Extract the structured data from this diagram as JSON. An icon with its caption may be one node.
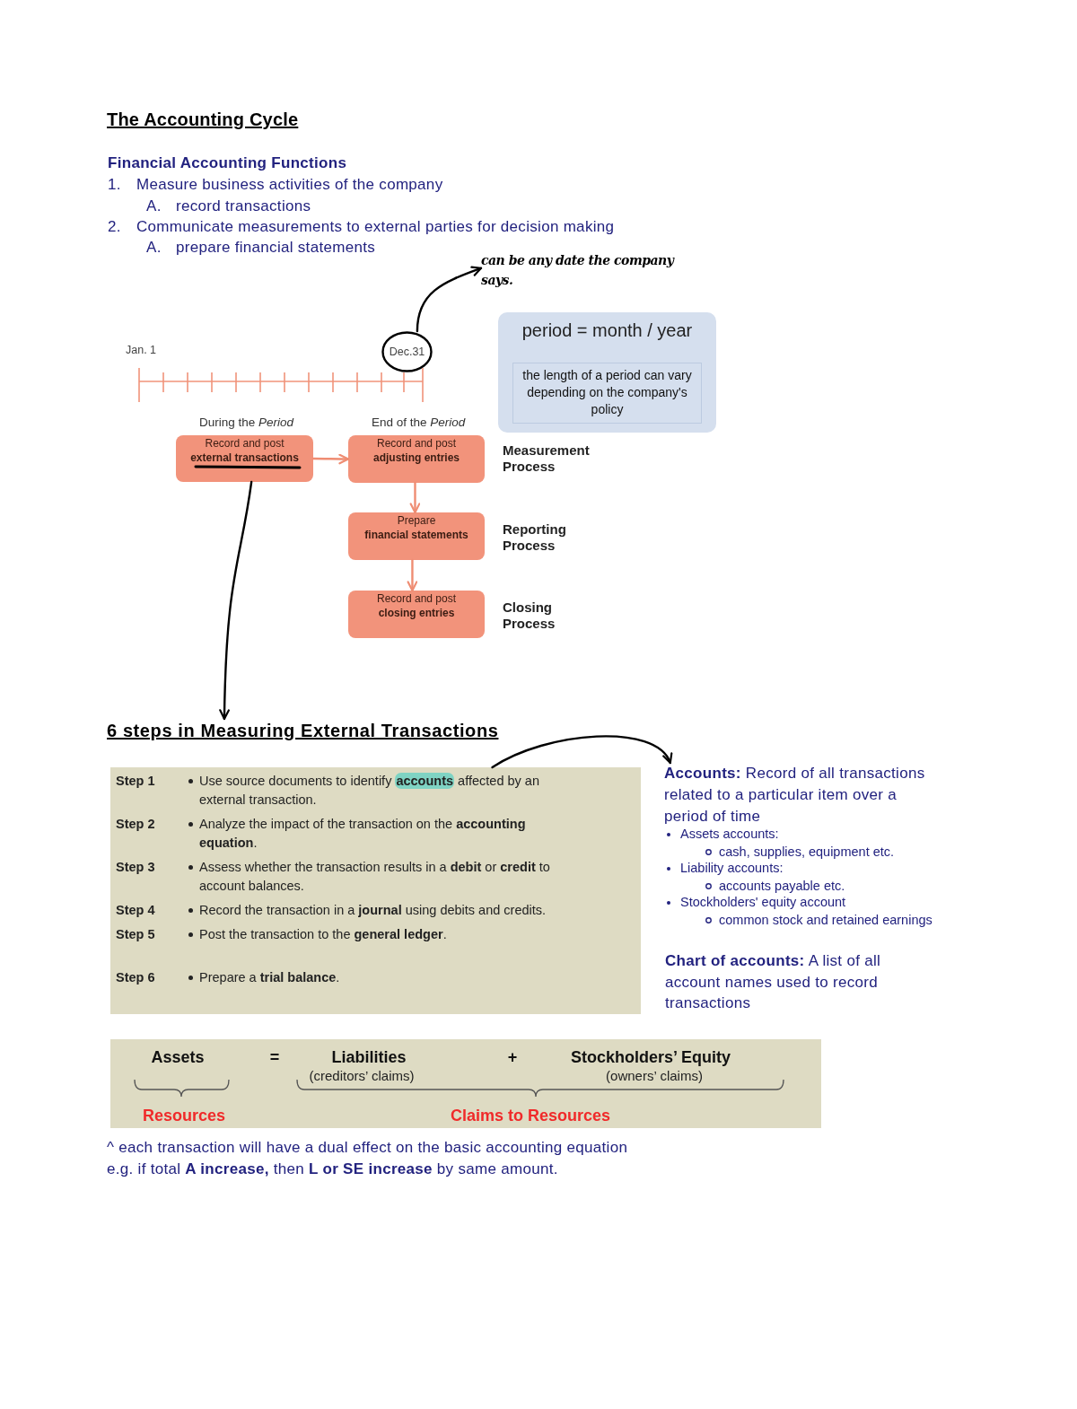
{
  "diagram": {
    "title": "The Accounting Cycle",
    "nodes": [
      {
        "text": [
          "Dec.31"
        ]
      },
      {
        "text": [
          "can be any date the company says."
        ]
      },
      {
        "text": [
          "period = month / year",
          "the length of a period can vary depending on the company's policy"
        ]
      },
      {
        "text": [
          "Record and post **external transactions**"
        ],
        "beside": [
          "During the *Period*"
        ]
      },
      {
        "text": [
          "Record and post **adjusting entries**"
        ],
        "beside": [
          "End of the *Period*",
          "Measurement Process"
        ]
      },
      {
        "text": [
          "Prepare **financial statements**"
        ],
        "beside": [
          "Reporting Process"
        ]
      },
      {
        "text": [
          "Record and post **closing entries**"
        ],
        "beside": [
          "Closing Process"
        ]
      },
      {
        "text": [
          "6 steps in Measuring External Transactions"
        ]
      },
      {
        "text": [
          "Step 1",
          "Use source documents to identify **accounts** affected by an external transaction.",
          "Step 2",
          "Analyze the impact of the transaction on the **accounting equation**.",
          "Step 3",
          "Assess whether the transaction results in a **debit** or **credit** to account balances.",
          "Step 4",
          "Record the transaction in a **journal** using debits and credits.",
          "Step 5",
          "Post the transaction to the **general ledger**.",
          "Step 6",
          "Prepare a **trial balance**."
        ]
      },
      {
        "text": [
          "**Accounts:** Record of all transactions related to a particular item over a period of time",
          "Assets accounts:",
          "cash, supplies, equipment etc.",
          "Liability accounts:",
          "accounts payable etc.",
          "Stockholders' equity account",
          "common stock and retained earnings"
        ]
      },
      {
        "text": [
          "Assets",
          "=",
          "Liabilities",
          "(creditors’ claims)",
          "+",
          "Stockholders’ Equity",
          "(owners’ claims)",
          "Resources",
          "Claims to Resources"
        ],
        "beside": [
          "^ each transaction will have a dual effect on the basic accounting equation",
          "e.g. if total **A increase,** then **L or SE increase** by same amount."
        ]
      }
    ],
    "edges": [
      {
        "from": 0,
        "to": 1,
        "arrow": "to"
      },
      {
        "from": 3,
        "to": 4,
        "arrow": "to",
        "color": "#ef8d73"
      },
      {
        "from": 4,
        "to": 5,
        "arrow": "to",
        "color": "#ef8d73"
      },
      {
        "from": 5,
        "to": 6,
        "arrow": "to",
        "color": "#ef8d73"
      },
      {
        "from": 3,
        "to": 7,
        "arrow": "to"
      },
      {
        "from": 8,
        "to": 9,
        "arrow": "to"
      }
    ],
    "labels": [
      "Financial Accounting Functions",
      "1.",
      "Measure business activities of the company",
      "A.",
      "record transactions",
      "2.",
      "Communicate measurements to external parties for decision making",
      "A.",
      "prepare financial statements",
      "Jan. 1",
      "**Chart of accounts:** A list of all account names used to record transactions"
    ]
  }
}
